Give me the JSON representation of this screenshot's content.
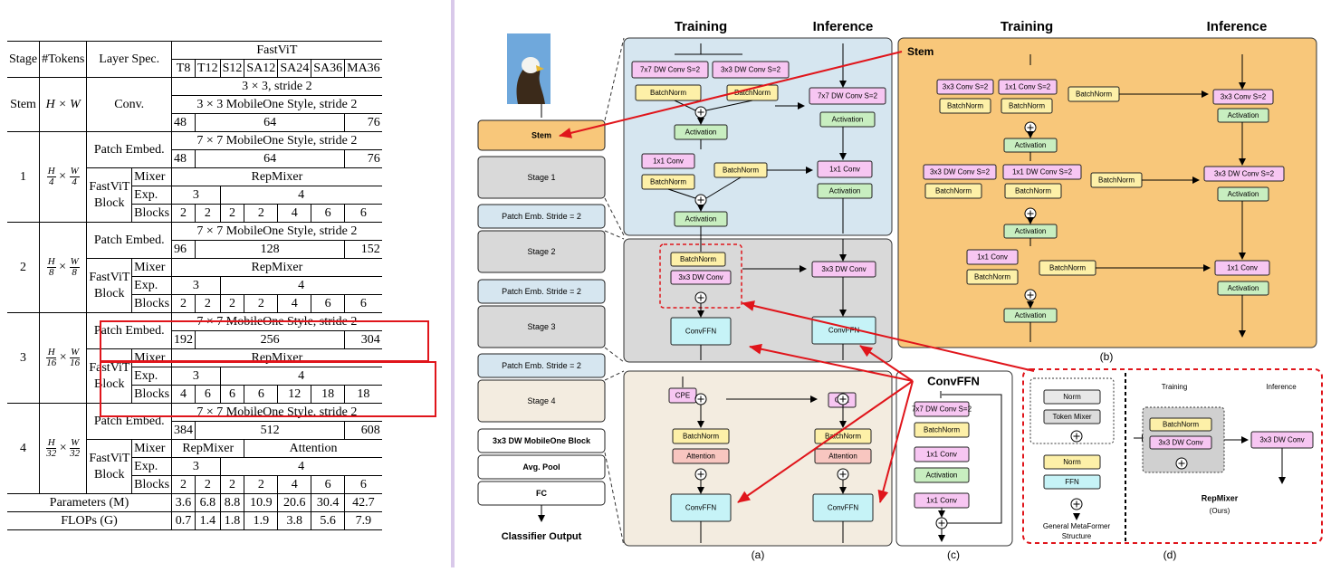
{
  "table": {
    "header": {
      "stage": "Stage",
      "tokens": "#Tokens",
      "layer_spec": "Layer Spec.",
      "fastvit": "FastViT",
      "variants": [
        "T8",
        "T12",
        "S12",
        "SA12",
        "SA24",
        "SA36",
        "MA36"
      ]
    },
    "stem": {
      "stage": "Stem",
      "tokens": "H × W",
      "layer": "Conv.",
      "row1": "3 × 3, stride 2",
      "row2": "3 × 3 MobileOne Style, stride 2",
      "widths": [
        "48",
        "64",
        "76"
      ]
    },
    "stages": [
      {
        "stage": "1",
        "num": "H",
        "den": "4",
        "num2": "W",
        "den2": "4",
        "patch_embed": "Patch Embed.",
        "patch_spec": "7 × 7 MobileOne Style, stride 2",
        "widths": [
          "48",
          "64",
          "76"
        ],
        "block": "FastViT Block",
        "mixer_label": "Mixer",
        "mixer": [
          "RepMixer"
        ],
        "exp_label": "Exp.",
        "exp": [
          "3",
          "4"
        ],
        "blocks_label": "Blocks",
        "blocks": [
          "2",
          "2",
          "2",
          "2",
          "4",
          "6",
          "6"
        ]
      },
      {
        "stage": "2",
        "num": "H",
        "den": "8",
        "num2": "W",
        "den2": "8",
        "patch_embed": "Patch Embed.",
        "patch_spec": "7 × 7 MobileOne Style, stride 2",
        "widths": [
          "96",
          "128",
          "152"
        ],
        "block": "FastViT Block",
        "mixer_label": "Mixer",
        "mixer": [
          "RepMixer"
        ],
        "exp_label": "Exp.",
        "exp": [
          "3",
          "4"
        ],
        "blocks_label": "Blocks",
        "blocks": [
          "2",
          "2",
          "2",
          "2",
          "4",
          "6",
          "6"
        ]
      },
      {
        "stage": "3",
        "num": "H",
        "den": "16",
        "num2": "W",
        "den2": "16",
        "patch_embed": "Patch Embed.",
        "patch_spec": "7 × 7 MobileOne Style, stride 2",
        "widths": [
          "192",
          "256",
          "304"
        ],
        "block": "FastViT Block",
        "mixer_label": "Mixer",
        "mixer": [
          "RepMixer"
        ],
        "exp_label": "Exp.",
        "exp": [
          "3",
          "4"
        ],
        "blocks_label": "Blocks",
        "blocks": [
          "4",
          "6",
          "6",
          "6",
          "12",
          "18",
          "18"
        ]
      },
      {
        "stage": "4",
        "num": "H",
        "den": "32",
        "num2": "W",
        "den2": "32",
        "patch_embed": "Patch Embed.",
        "patch_spec": "7 × 7 MobileOne Style, stride 2",
        "widths": [
          "384",
          "512",
          "608"
        ],
        "block": "FastViT Block",
        "mixer_label": "Mixer",
        "mixer": [
          "RepMixer",
          "Attention"
        ],
        "exp_label": "Exp.",
        "exp": [
          "3",
          "4"
        ],
        "blocks_label": "Blocks",
        "blocks": [
          "2",
          "2",
          "2",
          "2",
          "4",
          "6",
          "6"
        ]
      }
    ],
    "params": {
      "label": "Parameters (M)",
      "values": [
        "3.6",
        "6.8",
        "8.8",
        "10.9",
        "20.6",
        "30.4",
        "42.7"
      ]
    },
    "flops": {
      "label": "FLOPs (G)",
      "values": [
        "0.7",
        "1.4",
        "1.8",
        "1.9",
        "3.8",
        "5.6",
        "7.9"
      ]
    }
  },
  "diagram": {
    "headers": {
      "training": "Training",
      "inference": "Inference"
    },
    "pipeline": [
      "Stem",
      "Stage 1",
      "Patch Emb. Stride = 2",
      "Stage 2",
      "Patch Emb. Stride = 2",
      "Stage 3",
      "Patch Emb. Stride = 2",
      "Stage 4",
      "3x3 DW MobileOne Block",
      "Avg. Pool",
      "FC"
    ],
    "classifier_output": "Classifier Output",
    "ops": {
      "dw7": "7x7 DW Conv S=2",
      "dw3s2": "3x3 DW Conv S=2",
      "bn": "BatchNorm",
      "act": "Activation",
      "c1": "1x1 Conv",
      "dw3": "3x3 DW Conv",
      "convffn": "ConvFFN",
      "cpe": "CPE",
      "attn": "Attention",
      "c3s2": "3x3 Conv S=2",
      "c1s2": "1x1 Conv S=2",
      "dw1s2": "1x1 DW Conv S=2",
      "norm": "Norm",
      "token_mixer": "Token Mixer",
      "ffn": "FFN"
    },
    "stem_label": "Stem",
    "convffn_title": "ConvFFN",
    "metaformer": [
      "General MetaFormer",
      "Structure"
    ],
    "repmixer": "RepMixer",
    "ours": "(Ours)",
    "captions": {
      "a": "(a)",
      "b": "(b)",
      "c": "(c)",
      "d": "(d)"
    },
    "colors": {
      "pink": "#f7c6f2",
      "yellow": "#fdf0a8",
      "green": "#c8eec0",
      "cyan": "#c6f3f7",
      "salmon": "#f8c6c0",
      "blue_panel": "#d6e6f0",
      "gray_panel": "#d9d9d9",
      "beige_panel": "#f3ece0",
      "orange": "#f8c77a",
      "stem_box": "#f8c77a",
      "arrow": "#e0151b"
    }
  }
}
